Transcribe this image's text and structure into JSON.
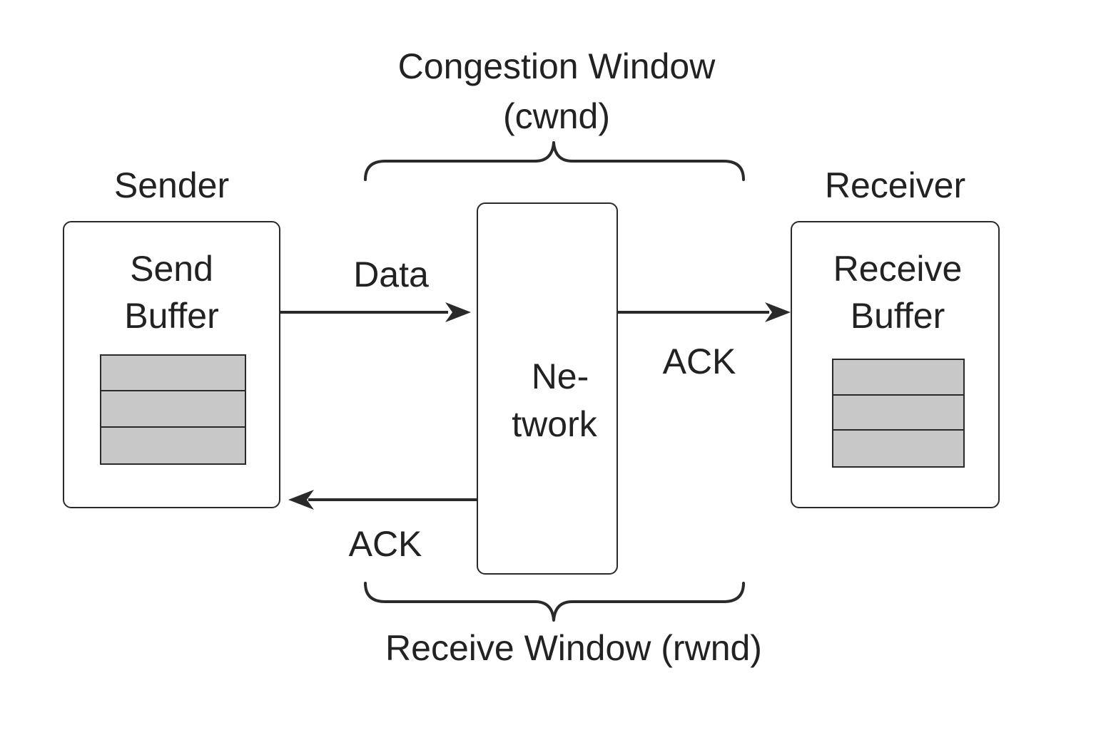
{
  "sender": {
    "title": "Sender",
    "buffer_line1": "Send",
    "buffer_line2": "Buffer"
  },
  "receiver": {
    "title": "Receiver",
    "buffer_line1": "Receive",
    "buffer_line2": "Buffer"
  },
  "network": {
    "line1": "Ne-",
    "line2": "twork"
  },
  "congestion_window": {
    "line1": "Congestion Window",
    "line2": "(cwnd)"
  },
  "receive_window": {
    "label": "Receive Window (rwnd)"
  },
  "arrows": {
    "data_label": "Data",
    "ack_right_label": "ACK",
    "ack_left_label": "ACK"
  },
  "buffer_slots": 3,
  "colors": {
    "stroke": "#2a2a2a",
    "slot_fill": "#c8c8c8",
    "text": "#222222"
  }
}
